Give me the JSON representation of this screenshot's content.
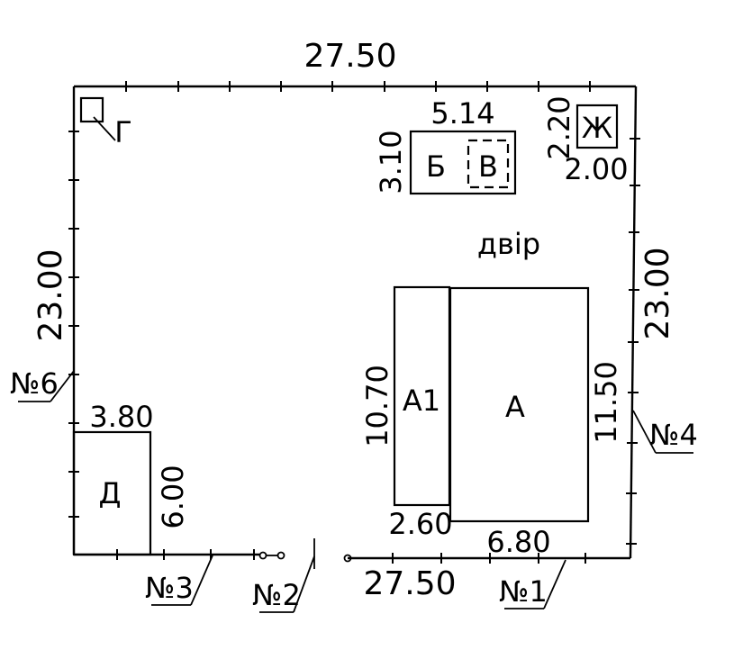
{
  "plan": {
    "top_length": "27.50",
    "bottom_length": "27.50",
    "left_length": "23.00",
    "right_length": "23.00",
    "yard_label": "двір",
    "buildings": {
      "G": {
        "label": "Г"
      },
      "B": {
        "label": "Б",
        "width": "5.14",
        "height": "3.10"
      },
      "V": {
        "label": "В"
      },
      "Zh": {
        "label": "Ж",
        "width": "2.00",
        "height": "2.20"
      },
      "A1": {
        "label": "А1",
        "height": "10.70",
        "width": "2.60"
      },
      "A": {
        "label": "А",
        "height": "11.50",
        "width": "6.80"
      },
      "D": {
        "label": "Д",
        "width": "3.80",
        "height": "6.00"
      }
    },
    "boundary_points": {
      "p1": "№1",
      "p2": "№2",
      "p3": "№3",
      "p4": "№4",
      "p6": "№6"
    }
  }
}
